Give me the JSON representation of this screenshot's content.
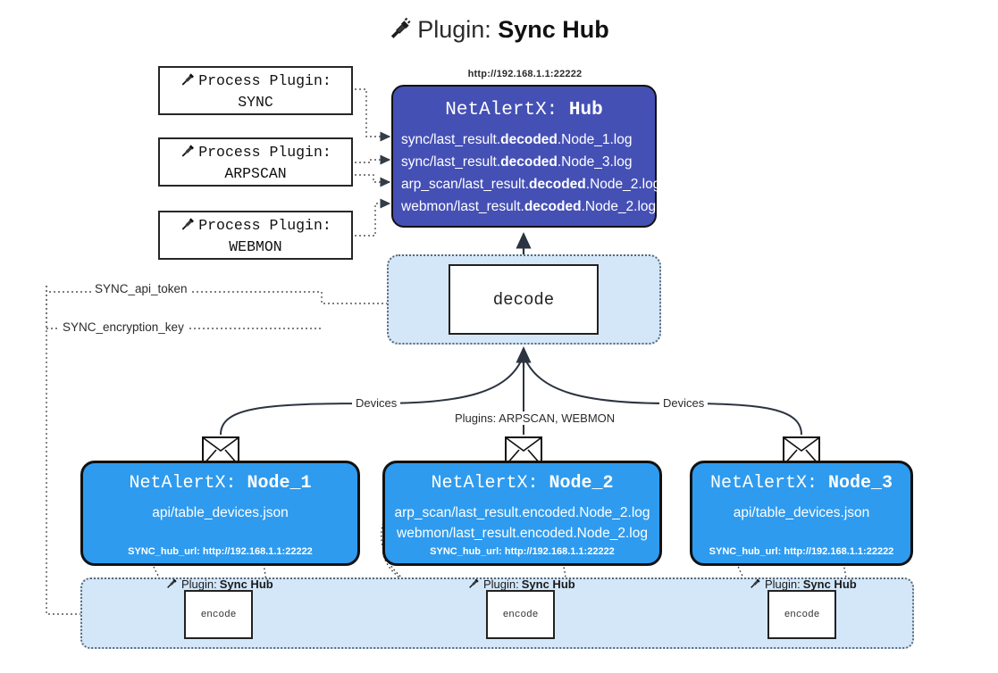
{
  "title": {
    "icon": "plug-icon",
    "prefix": "Plugin:",
    "name": "Sync Hub"
  },
  "process_plugins": [
    {
      "icon": "plug-icon",
      "line1": "Process Plugin:",
      "line2": "SYNC"
    },
    {
      "icon": "plug-icon",
      "line1": "Process Plugin:",
      "line2": "ARPSCAN"
    },
    {
      "icon": "plug-icon",
      "line1": "Process Plugin:",
      "line2": "WEBMON"
    }
  ],
  "hub": {
    "url": "http://192.168.1.1:22222",
    "title_prefix": "NetAlertX:",
    "title_name": "Hub",
    "logs": [
      {
        "pre": "sync/last_result.",
        "mid": "decoded",
        "post": ".Node_1.log"
      },
      {
        "pre": "sync/last_result.",
        "mid": "decoded",
        "post": ".Node_3.log"
      },
      {
        "pre": "arp_scan/last_result.",
        "mid": "decoded",
        "post": ".Node_2.log"
      },
      {
        "pre": "webmon/last_result.",
        "mid": "decoded",
        "post": ".Node_2.log"
      }
    ]
  },
  "decode": {
    "label": "decode"
  },
  "settings": {
    "api_token_label": "SYNC_api_token",
    "encryption_key_label": "SYNC_encryption_key"
  },
  "edge_labels": {
    "devices_left": "Devices",
    "plugins_center": "Plugins: ARPSCAN, WEBMON",
    "devices_right": "Devices"
  },
  "nodes": [
    {
      "id": "node-1",
      "title_prefix": "NetAlertX:",
      "title_name": "Node_1",
      "lines": [
        "api/table_devices.json"
      ],
      "hub_url": "SYNC_hub_url: http://192.168.1.1:22222",
      "plugin_label_prefix": "Plugin:",
      "plugin_label_name": "Sync Hub",
      "encode_label": "encode",
      "mail_icon": "envelope-icon"
    },
    {
      "id": "node-2",
      "title_prefix": "NetAlertX:",
      "title_name": "Node_2",
      "lines": [
        "arp_scan/last_result.encoded.Node_2.log",
        "webmon/last_result.encoded.Node_2.log"
      ],
      "hub_url": "SYNC_hub_url: http://192.168.1.1:22222",
      "plugin_label_prefix": "Plugin:",
      "plugin_label_name": "Sync Hub",
      "encode_label": "encode",
      "mail_icon": "envelope-icon"
    },
    {
      "id": "node-3",
      "title_prefix": "NetAlertX:",
      "title_name": "Node_3",
      "lines": [
        "api/table_devices.json"
      ],
      "hub_url": "SYNC_hub_url: http://192.168.1.1:22222",
      "plugin_label_prefix": "Plugin:",
      "plugin_label_name": "Sync Hub",
      "encode_label": "encode",
      "mail_icon": "envelope-icon"
    }
  ],
  "colors": {
    "hub_fill": "#4550B5",
    "node_fill": "#2E9BEF",
    "container_fill": "#D3E7F9",
    "stroke": "#111111",
    "dotted_stroke": "#5A6876"
  }
}
